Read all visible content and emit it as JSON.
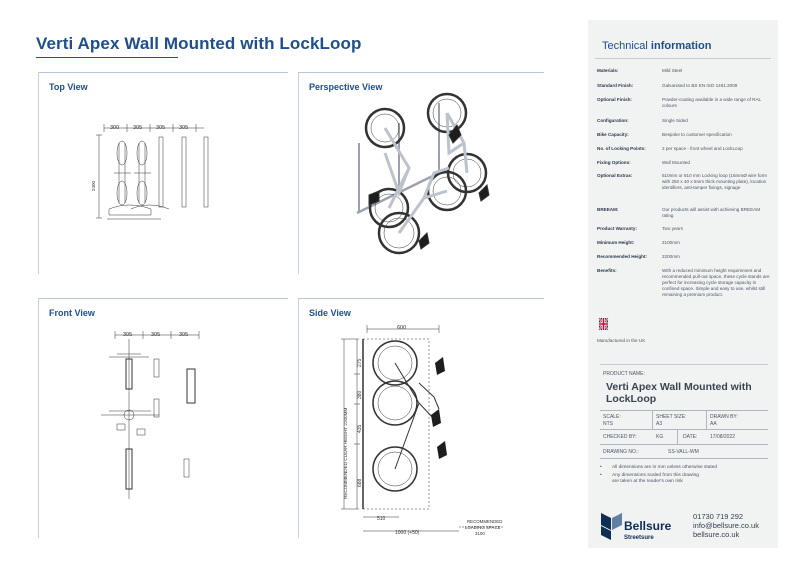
{
  "title": "Verti Apex Wall Mounted with LockLoop",
  "views": {
    "top": {
      "title": "Top View",
      "dims": [
        "300",
        "305",
        "305",
        "305"
      ],
      "vertical_dim": "2400"
    },
    "perspective": {
      "title": "Perspective View"
    },
    "front": {
      "title": "Front View",
      "dims": [
        "305",
        "305",
        "305"
      ]
    },
    "side": {
      "title": "Side View",
      "top_dim": "600",
      "height_label": "RECOMMENDED CLEAR HEIGHT 2200MM",
      "dims_vertical": [
        "275",
        "380",
        "435",
        "688"
      ],
      "bottom_dim": "510",
      "total_dim": "1000 (+50)",
      "loading_label_1": "RECOMMENDED",
      "loading_label_2": "LOADING SPACE",
      "loading_value": "3100"
    }
  },
  "technical": {
    "heading_normal": "Technical ",
    "heading_bold": "information",
    "rows": [
      {
        "label": "Materials:",
        "value": "Mild Steel"
      },
      {
        "label": "Standard Finish:",
        "value": "Galvanised to BS EN ISO 1461:2009"
      },
      {
        "label": "Optional Finish:",
        "value": "Powder-coating available in a wide range of RAL colours"
      },
      {
        "label": "Configuration:",
        "value": "Single Sided"
      },
      {
        "label": "Bike Capacity:",
        "value": "Bespoke to customer specification"
      },
      {
        "label": "No. of Locking Points:",
        "value": "2 per space - front wheel and LockLoop"
      },
      {
        "label": "Fixing Options:",
        "value": "Wall Mounted"
      },
      {
        "label": "Optional Extras:",
        "value": "510mm or 810 mm Locking loop (16mmØ wire form with 250 x 40 x 5mm thick mounting plate), location identifiers, anti-tamper fixings, signage"
      },
      {
        "label": "BREEAM:",
        "value": "Our products will assist with achieving BREEAM rating"
      },
      {
        "label": "Product Warranty:",
        "value": "Two years"
      },
      {
        "label": "Minimum Height:",
        "value": "2100mm"
      },
      {
        "label": "Recommended Height:",
        "value": "2200mm"
      },
      {
        "label": "Benefits:",
        "value": "With a reduced minimum height requirement and recommended pull-out space, these cycle stands are perfect for increasing cycle storage capacity in confined space. Simple and easy to use, whilst still remaining a premium product."
      }
    ]
  },
  "manufactured": "Manufactured in the UK",
  "title_block": {
    "product_name_label": "PRODUCT NAME:",
    "product_name": "Verti Apex Wall Mounted with LockLoop",
    "scale_label": "SCALE:",
    "scale_value": "NTS",
    "sheet_label": "SHEET SIZE:",
    "sheet_value": "A3",
    "drawn_label": "DRAWN BY:",
    "drawn_value": "AA",
    "checked_label": "CHECKED BY:",
    "checked_value": "KG",
    "date_label": "DATE:",
    "date_value": "17/08/2022",
    "drawing_label": "DRAWING NO.:",
    "drawing_value": "SS-VALL-WM"
  },
  "notes": [
    "All dimensions are in mm unless otherwise stated",
    "Any dimensions scaled from this drawing are taken at the reader's own risk"
  ],
  "brand": {
    "name": "Bellsure",
    "sub": "Streetsure"
  },
  "contact": {
    "phone": "01730 719 292",
    "email": "info@bellsure.co.uk",
    "web": "bellsure.co.uk"
  },
  "colors": {
    "accent": "#1f4e8c",
    "sidebar": "#f1f2f2",
    "brand": "#0f2d52"
  }
}
